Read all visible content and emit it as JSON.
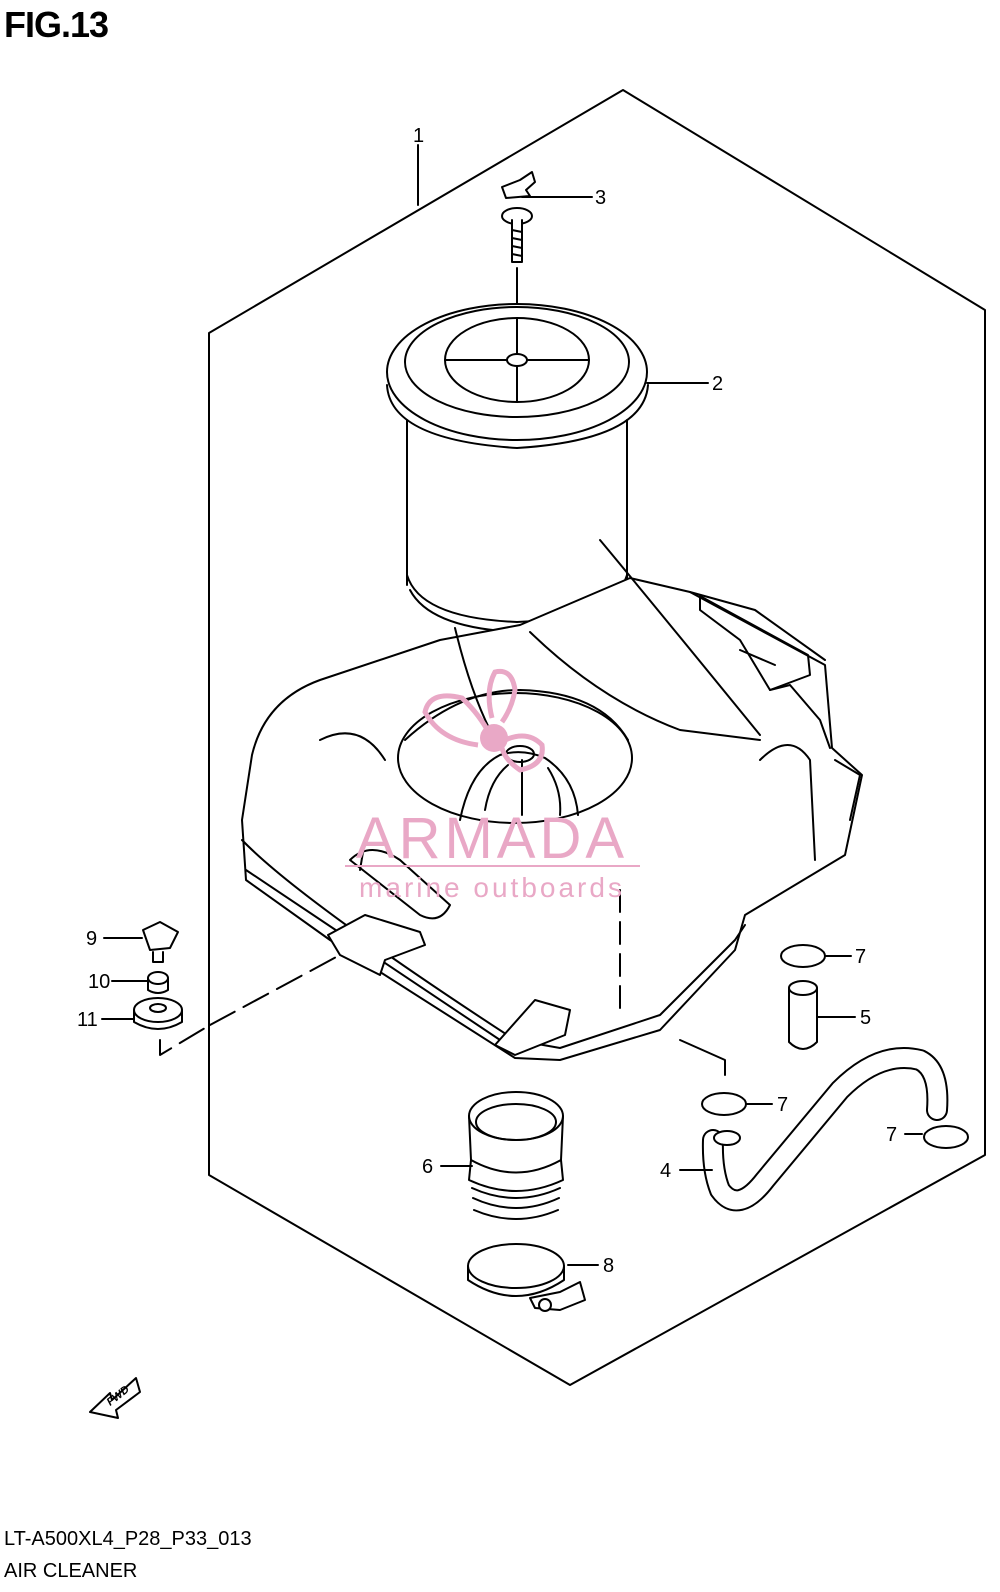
{
  "figure": {
    "title": "FIG.13"
  },
  "caption": {
    "code": "LT-A500XL4_P28_P33_013",
    "name": "AIR CLEANER"
  },
  "watermark": {
    "name": "ARMADA",
    "subtitle": "marine outboards",
    "color": "#e9a8c6"
  },
  "fwd_label": "FWD",
  "callouts": [
    "1",
    "2",
    "3",
    "4",
    "5",
    "6",
    "7",
    "7",
    "7",
    "8",
    "9",
    "10",
    "11"
  ],
  "colors": {
    "line": "#000000",
    "background": "#ffffff"
  }
}
